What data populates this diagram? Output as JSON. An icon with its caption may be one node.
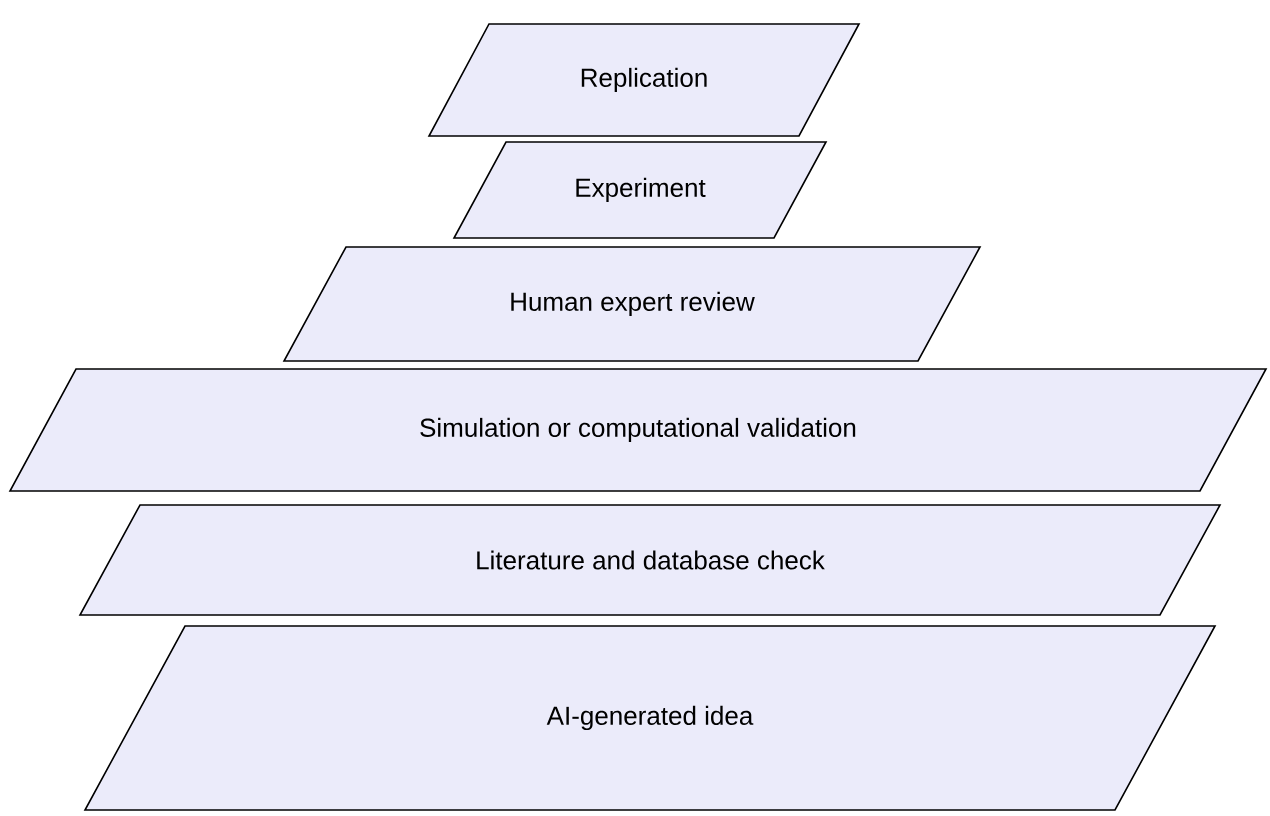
{
  "diagram": {
    "nodes": [
      {
        "text": [
          "Replication"
        ]
      },
      {
        "text": [
          "Experiment"
        ]
      },
      {
        "text": [
          "Human expert review"
        ]
      },
      {
        "text": [
          "Simulation or computational validation"
        ]
      },
      {
        "text": [
          "Literature and database check"
        ]
      },
      {
        "text": [
          "AI-generated idea"
        ]
      }
    ]
  }
}
